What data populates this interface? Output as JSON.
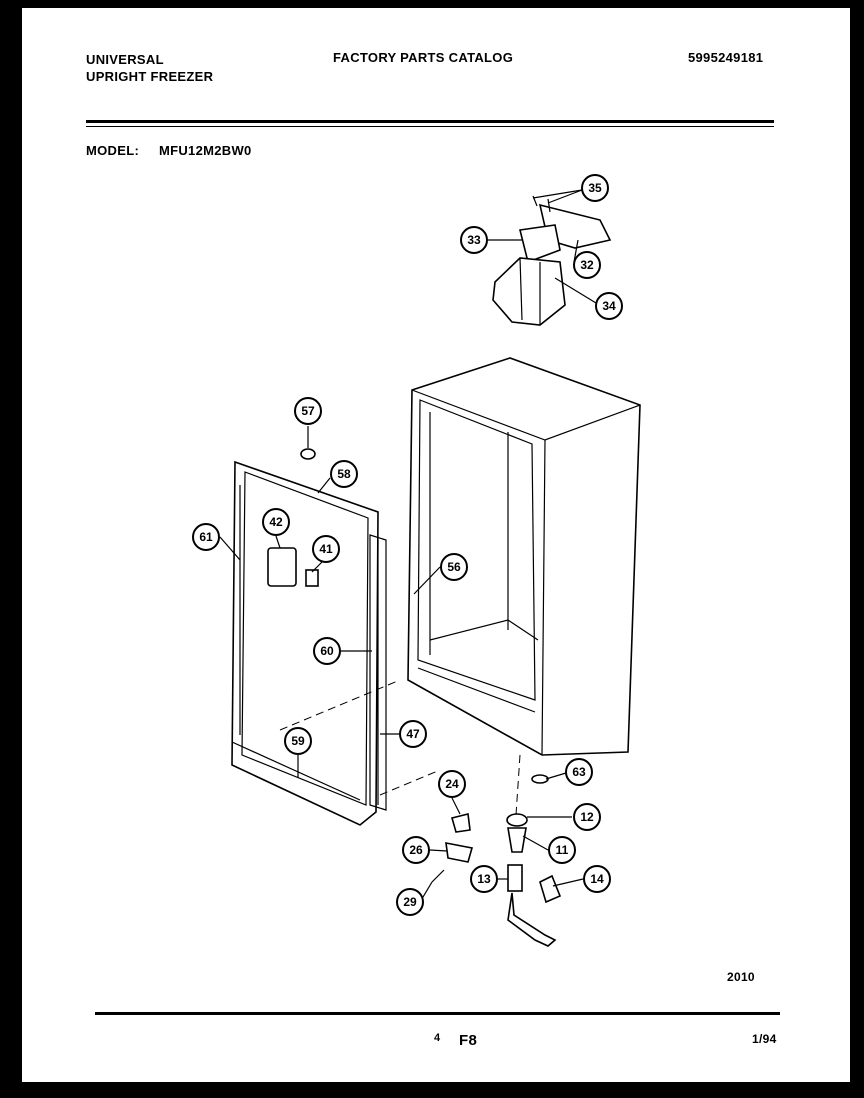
{
  "header": {
    "brand": "UNIVERSAL",
    "product": "UPRIGHT FREEZER",
    "title": "FACTORY PARTS CATALOG",
    "catalog_number": "5995249181",
    "model_label": "MODEL:",
    "model_value": "MFU12M2BW0"
  },
  "diagram": {
    "callouts": [
      "35",
      "33",
      "32",
      "34",
      "57",
      "58",
      "61",
      "42",
      "41",
      "56",
      "60",
      "47",
      "59",
      "63",
      "24",
      "12",
      "11",
      "26",
      "13",
      "14",
      "29"
    ],
    "drawing_number": "2010"
  },
  "footer": {
    "page": "4",
    "section": "F8",
    "date": "1/94"
  }
}
